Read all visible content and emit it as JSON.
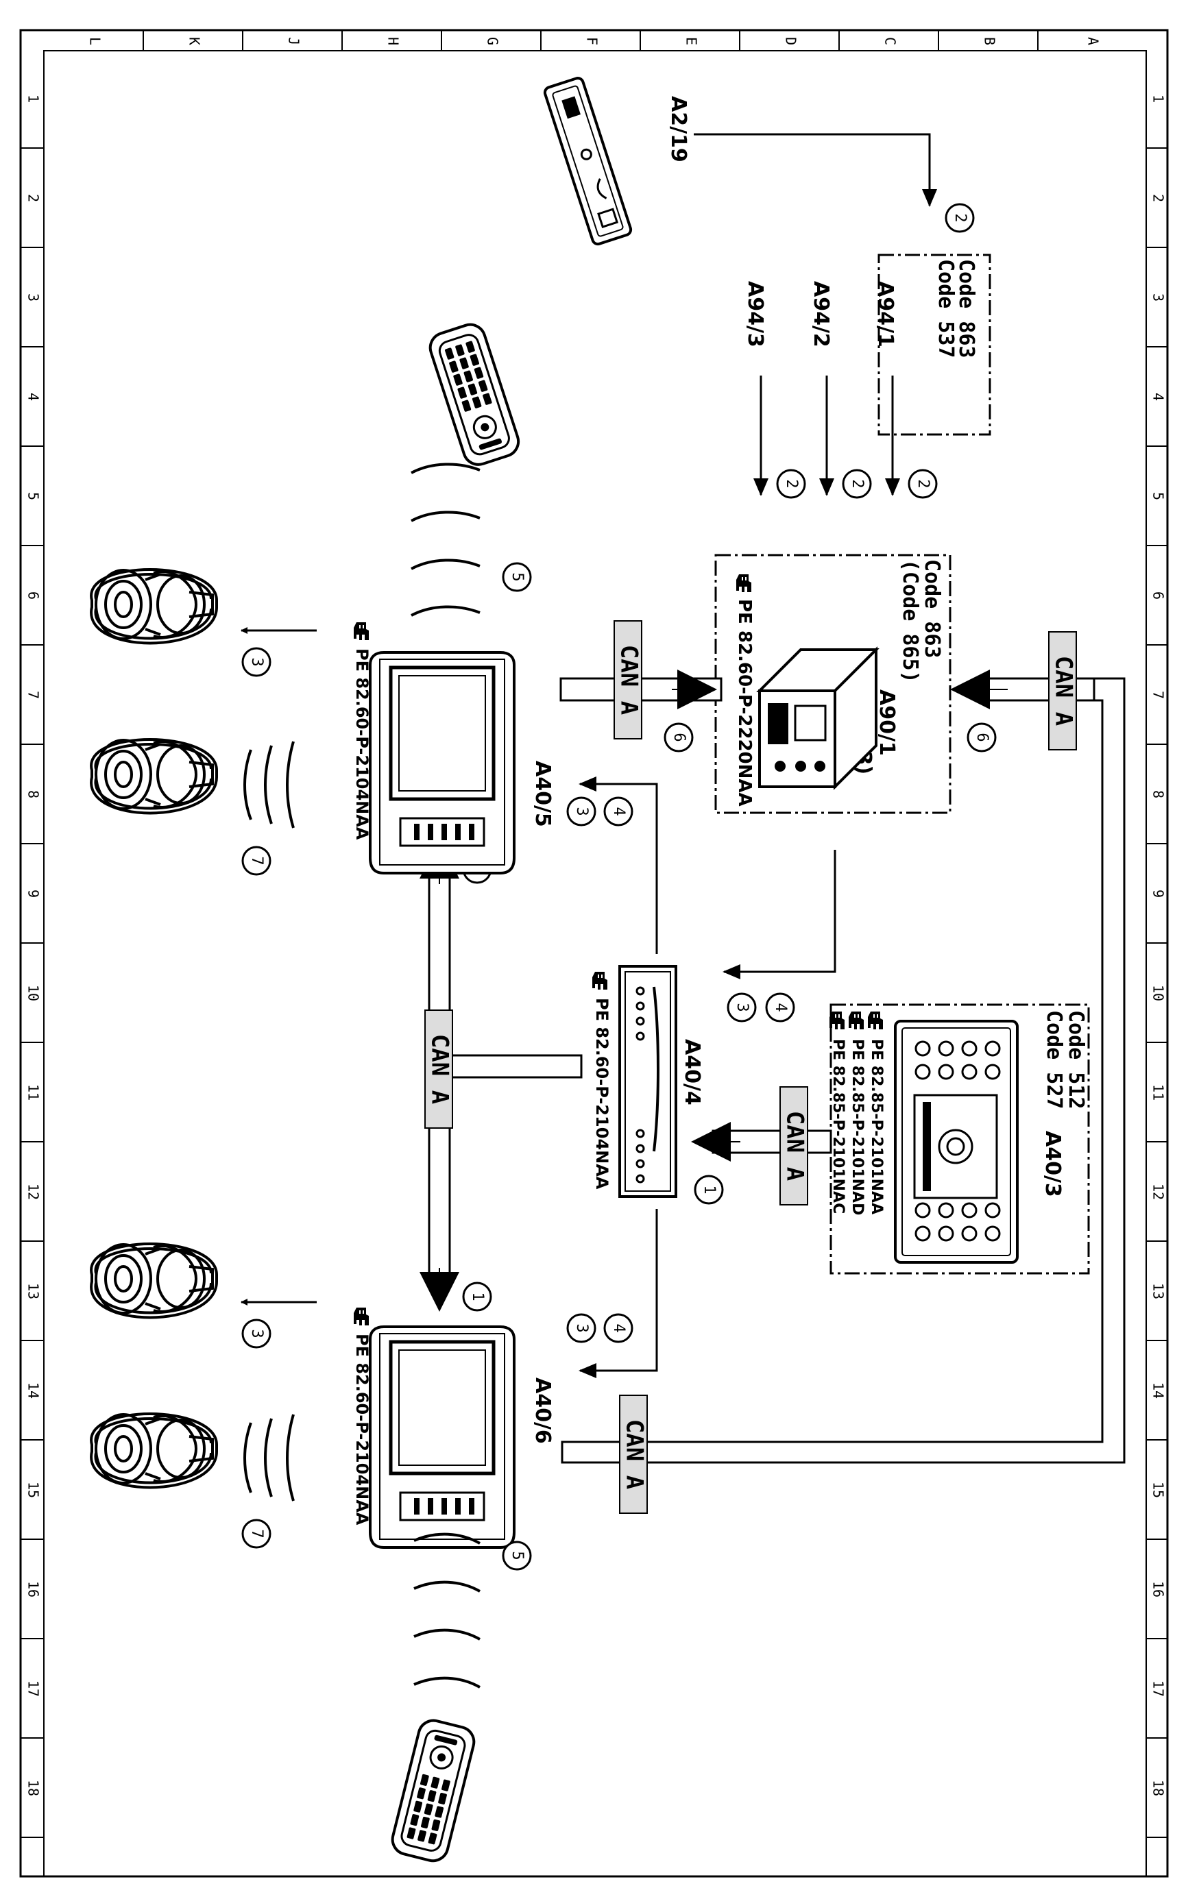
{
  "border": {
    "columns": [
      "L",
      "K",
      "J",
      "H",
      "G",
      "F",
      "E",
      "D",
      "C",
      "B",
      "A"
    ],
    "rows": [
      "1",
      "2",
      "3",
      "4",
      "5",
      "6",
      "7",
      "8",
      "9",
      "10",
      "11",
      "12",
      "13",
      "14",
      "15",
      "16",
      "17",
      "18"
    ]
  },
  "components": {
    "a2_19": "A2/19",
    "a94_1": "A94/1",
    "a94_2": "A94/2",
    "a94_3": "A94/3",
    "a90": {
      "id1": "A90/1",
      "id2": "(A90/3)",
      "code1": "Code 863",
      "code2": "(Code 865)",
      "ref": "PE 82.60-P-2220NAA"
    },
    "a94_box": {
      "code1": "Code 863",
      "code2": "Code 537"
    },
    "a40_5": {
      "id": "A40/5",
      "ref": "PE 82.60-P-2104NAA"
    },
    "a40_4": {
      "id": "A40/4",
      "ref": "PE 82.60-P-2104NAA"
    },
    "a40_6": {
      "id": "A40/6",
      "ref": "PE 82.60-P-2104NAA"
    },
    "a40_3": {
      "id": "A40/3",
      "code1": "Code 512",
      "code2": "Code 527",
      "ref1": "PE 82.85-P-2101NAA",
      "ref2": "PE 82.85-P-2101NAD",
      "ref3": "PE 82.85-P-2101NAC"
    }
  },
  "bus_label": "CAN A",
  "markers": [
    "1",
    "2",
    "3",
    "4",
    "5",
    "6",
    "7"
  ],
  "icons": [
    "hand-pointer-icon",
    "headphones-icon",
    "remote-control-icon",
    "display-unit-icon",
    "dvd-player-icon",
    "radio-unit-icon",
    "telephone-module-icon",
    "tv-tuner-icon"
  ]
}
